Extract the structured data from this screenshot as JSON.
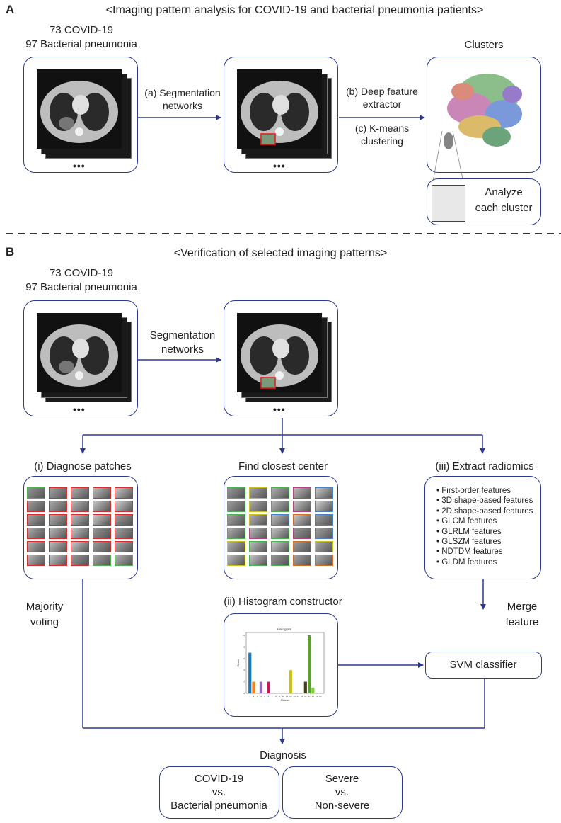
{
  "panel_a": {
    "letter": "A",
    "title": "<Imaging pattern analysis for COVID-19 and bacterial pneumonia patients>",
    "cohort_line1": "73 COVID-19",
    "cohort_line2": "97 Bacterial pneumonia",
    "step_a_line1": "(a) Segmentation",
    "step_a_line2": "networks",
    "step_b_line1": "(b) Deep feature",
    "step_b_line2": "extractor",
    "step_c_line1": "(c) K-means",
    "step_c_line2": "clustering",
    "clusters_label": "Clusters",
    "analyze_line1": "Analyze",
    "analyze_line2": "each cluster",
    "ellipsis": "•••"
  },
  "panel_b": {
    "letter": "B",
    "title": "<Verification of selected imaging patterns>",
    "cohort_line1": "73 COVID-19",
    "cohort_line2": "97 Bacterial pneumonia",
    "seg_line1": "Segmentation",
    "seg_line2": "networks",
    "branch_i": "(i) Diagnose patches",
    "branch_center": "Find closest center",
    "branch_iii": "(iii) Extract radiomics",
    "branch_ii": "(ii) Histogram constructor",
    "majority_line1": "Majority",
    "majority_line2": "voting",
    "merge_line1": "Merge",
    "merge_line2": "feature",
    "svm": "SVM classifier",
    "diagnosis": "Diagnosis",
    "result1_line1": "COVID-19",
    "result1_line2": "vs.",
    "result1_line3": "Bacterial pneumonia",
    "result2_line1": "Severe",
    "result2_line2": "vs.",
    "result2_line3": "Non-severe",
    "ellipsis": "•••",
    "radiomics": [
      "First-order features",
      "3D shape-based features",
      "2D shape-based features",
      "GLCM features",
      "GLRLM features",
      "GLSZM features",
      "NDTDM features",
      "GLDM features"
    ]
  },
  "colors": {
    "arrow": "#2b3990",
    "patch_green": "#4caf50",
    "patch_red": "#d32f2f"
  },
  "chart_data": {
    "type": "bar",
    "title": "Histogram",
    "xlabel": "Cluster",
    "ylabel": "Count",
    "categories": [
      "1",
      "2",
      "3",
      "4",
      "5",
      "6",
      "7",
      "8",
      "9",
      "10",
      "11",
      "12",
      "13",
      "14",
      "15",
      "16",
      "17",
      "18",
      "19",
      "20"
    ],
    "values": [
      7,
      2,
      0,
      2,
      0,
      2,
      0,
      0,
      0,
      0,
      0,
      4,
      0,
      0,
      0,
      2,
      10,
      1,
      0,
      0
    ],
    "bar_colors": [
      "#1f77b4",
      "#ff7f0e",
      "#2ca02c",
      "#9467bd",
      "#8c564b",
      "#c2185b",
      "#7f7f7f",
      "#bcbd22",
      "#17becf",
      "#1f77b4",
      "#ff7f0e",
      "#c9c21e",
      "#9467bd",
      "#8c564b",
      "#e377c2",
      "#4a3b1a",
      "#5aa02c",
      "#7ecf2c",
      "#17becf",
      "#1f77b4"
    ],
    "ylim": [
      0,
      10
    ],
    "yticks": [
      "0",
      "2",
      "4",
      "6",
      "8",
      "10"
    ]
  }
}
